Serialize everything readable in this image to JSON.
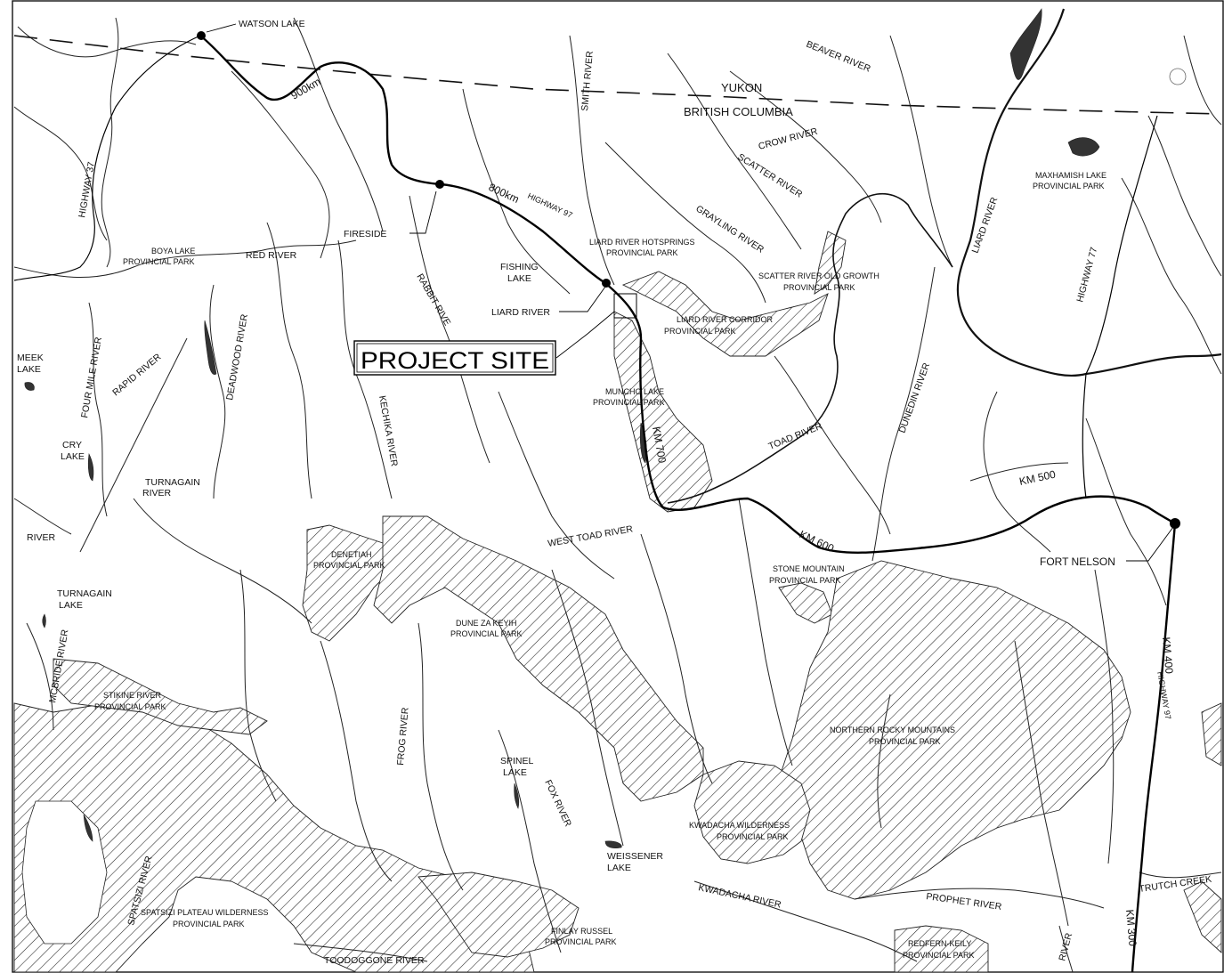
{
  "borders": {
    "yukon": "YUKON",
    "bc": "BRITISH COLUMBIA"
  },
  "project_site": "PROJECT SITE",
  "towns": {
    "watson_lake": "WATSON LAKE",
    "fireside": "FIRESIDE",
    "liard_river": "LIARD RIVER",
    "fort_nelson": "FORT NELSON"
  },
  "highways": {
    "hwy37": "HIGHWAY 37",
    "hwy97_north": "HIGHWAY 97",
    "hwy77": "HIGHWAY 77",
    "hwy97_south": "HIGHWAY 97"
  },
  "km_markers": {
    "km900": "900km",
    "km800": "800km",
    "km700": "KM 700",
    "km600": "KM 600",
    "km500": "KM 500",
    "km400": "KM 400",
    "km300": "KM 300"
  },
  "rivers": {
    "smith": "SMITH RIVER",
    "beaver": "BEAVER RIVER",
    "crow": "CROW RIVER",
    "scatter": "SCATTER RIVER",
    "grayling": "GRAYLING RIVER",
    "liard": "LIARD RIVER",
    "red": "RED RIVER",
    "rabbit": "RABBIT RIVE",
    "deadwood": "DEADWOOD RIVER",
    "four_mile": "FOUR MILE RIVER",
    "rapid": "RAPID RIVER",
    "turnagain": "TURNAGAIN",
    "turnagain2": "RIVER",
    "river_west": "RIVER",
    "kechika": "KECHIKA RIVER",
    "toad": "TOAD RIVER",
    "dunedin": "DUNEDIN RIVER",
    "west_toad": "WEST TOAD RIVER",
    "mcbride": "MCBRIDE RIVER",
    "frog": "FROG RIVER",
    "fox": "FOX RIVER",
    "spatsizi": "SPATSIZI RIVER",
    "toodoggone": "TOODOGGONE RIVER",
    "kwadacha": "KWADACHA RIVER",
    "prophet": "PROPHET RIVER",
    "river_south": "RIVER",
    "trutch": "TRUTCH CREEK"
  },
  "lakes": {
    "fishing": [
      "FISHING",
      "LAKE"
    ],
    "meek": [
      "MEEK",
      "LAKE"
    ],
    "cry": [
      "CRY",
      "LAKE"
    ],
    "turnagain": [
      "TURNAGAIN",
      "LAKE"
    ],
    "spinel": [
      "SPINEL",
      "LAKE"
    ],
    "weissener": [
      "WEISSENER",
      "LAKE"
    ]
  },
  "parks": {
    "maxhamish": [
      "MAXHAMISH LAKE",
      "PROVINCIAL PARK"
    ],
    "boya": [
      "BOYA LAKE",
      "PROVINCIAL PARK"
    ],
    "liard_hotsprings": [
      "LIARD RIVER HOTSPRINGS",
      "PROVINCIAL PARK"
    ],
    "scatter_old_growth": [
      "SCATTER RIVER OLD GROWTH",
      "PROVINCIAL PARK"
    ],
    "liard_corridor": [
      "LIARD RIVER CORRIDOR",
      "PROVINCIAL PARK"
    ],
    "muncho": [
      "MUNCHO LAKE",
      "PROVINCIAL PARK"
    ],
    "denetiah": [
      "DENETIAH",
      "PROVINCIAL PARK"
    ],
    "stone_mountain": [
      "STONE MOUNTAIN",
      "PROVINCIAL PARK"
    ],
    "dune_za_keyih": [
      "DUNE ZA KEYIH",
      "PROVINCIAL PARK"
    ],
    "stikine": [
      "STIKINE RIVER",
      "PROVINCIAL PARK"
    ],
    "northern_rocky": [
      "NORTHERN ROCKY MOUNTAINS",
      "PROVINCIAL PARK"
    ],
    "kwadacha": [
      "KWADACHA WILDERNESS",
      "PROVINCIAL PARK"
    ],
    "spatsizi": [
      "SPATSIZI PLATEAU WILDERNESS",
      "PROVINCIAL PARK"
    ],
    "finlay_russel": [
      "FINLAY RUSSEL",
      "PROVINCIAL PARK"
    ],
    "redfern_keily": [
      "REDFERN-KEILY",
      "PROVINCIAL PARK"
    ]
  },
  "colors": {
    "ink": "#111111",
    "paper": "#ffffff",
    "lake_fill": "#333333"
  }
}
